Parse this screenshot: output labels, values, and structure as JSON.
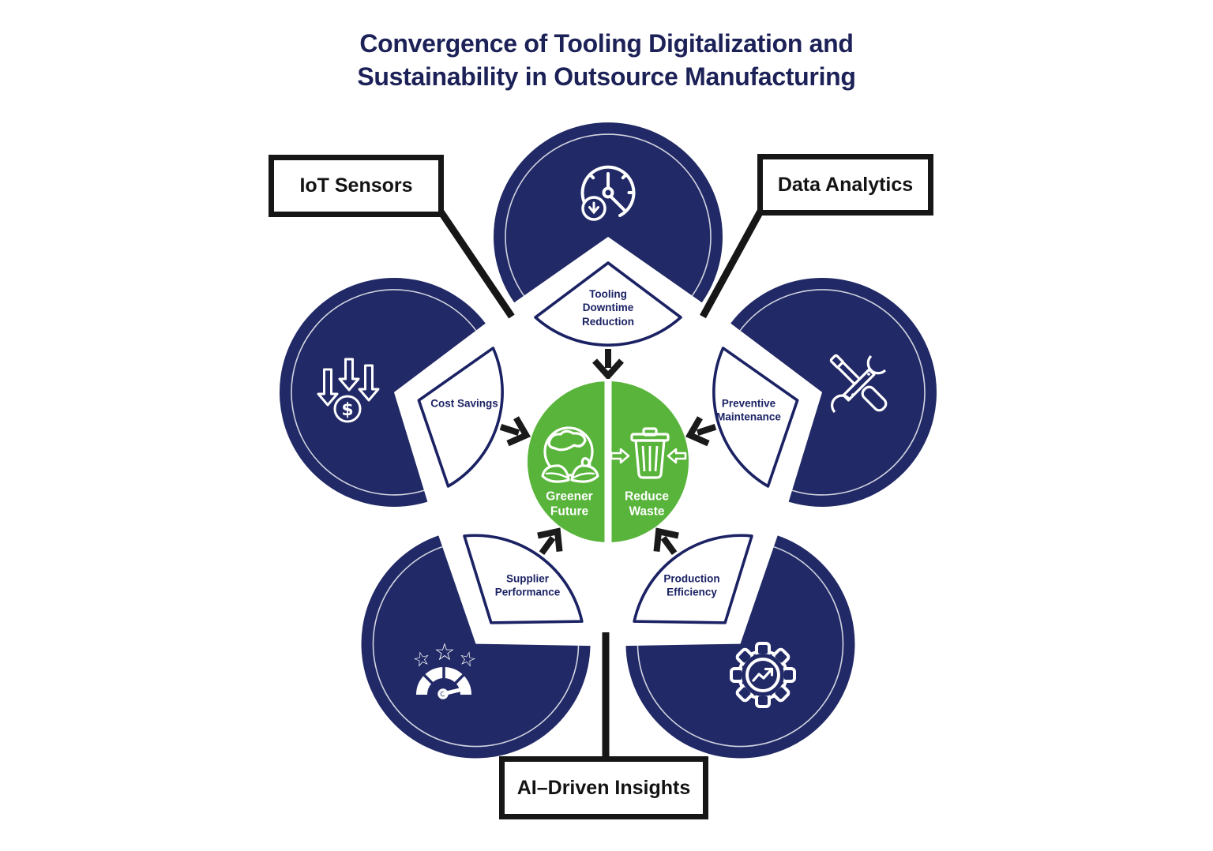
{
  "title": {
    "line1": "Convergence of Tooling Digitalization and",
    "line2": "Sustainability in Outsource Manufacturing"
  },
  "callouts": {
    "iot": "IoT Sensors",
    "data_analytics": "Data Analytics",
    "ai": "AI–Driven Insights"
  },
  "petals": {
    "top": "Tooling Downtime Reduction",
    "left": "Cost Savings",
    "right": "Preventive Maintenance",
    "bottom_left": "Supplier Performance",
    "bottom_right": "Production Efficiency"
  },
  "center": {
    "left_label": "Greener Future",
    "right_label": "Reduce Waste"
  },
  "icons": {
    "top_circle": "downtime-clock-icon",
    "left_circle": "cost-savings-arrows-icon",
    "right_circle": "maintenance-tools-icon",
    "bottom_left_circle": "supplier-rating-gauge-icon",
    "bottom_right_circle": "production-gear-icon",
    "center_left": "greener-future-earth-icon",
    "center_right": "reduce-waste-trash-icon",
    "dollar_glyph": "$",
    "star_glyph": "☆"
  },
  "colors": {
    "navy": "#212966",
    "green": "#58b43a",
    "ink": "#161616",
    "label_navy": "#1b2264",
    "title_navy": "#1c2157",
    "white": "#ffffff"
  }
}
